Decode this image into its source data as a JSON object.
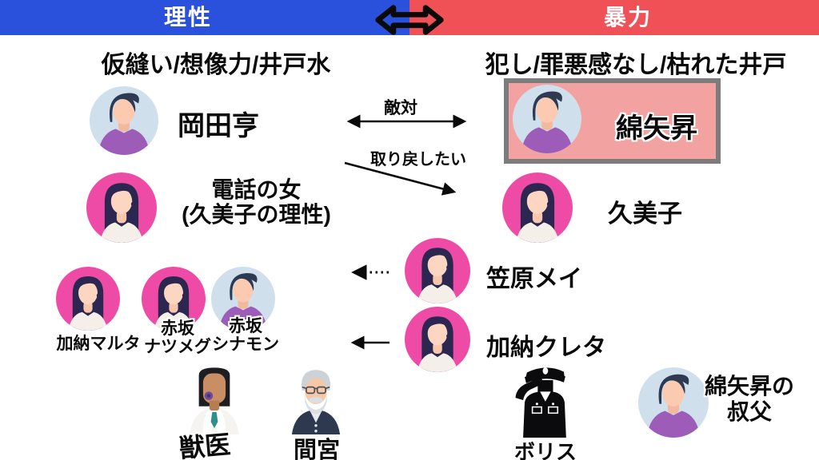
{
  "top_bar": {
    "left": {
      "label": "理性",
      "color": "#2a51dc"
    },
    "right": {
      "label": "暴力",
      "color": "#ef5156"
    }
  },
  "subheaders": {
    "left": "仮縫い/想像力/井戸水",
    "right": "犯し/罪悪感なし/枯れた井戸"
  },
  "relations": {
    "hostility": {
      "label": "敵対",
      "type": "double-arrow"
    },
    "reclaim": {
      "label": "取り戻したい",
      "type": "arrow-down-right"
    },
    "kasahara_link": {
      "label": "",
      "type": "dotted-arrow-left"
    },
    "creta_link": {
      "label": "",
      "type": "solid-arrow-left"
    }
  },
  "persons": {
    "okada": {
      "name": "岡田亨",
      "avatar": "male"
    },
    "wataya": {
      "name": "綿矢昇",
      "avatar": "male",
      "highlighted": true
    },
    "phone_woman": {
      "name": "電話の女\n(久美子の理性)",
      "avatar": "female"
    },
    "kumiko": {
      "name": "久美子",
      "avatar": "female"
    },
    "kasahara": {
      "name": "笠原メイ",
      "avatar": "female"
    },
    "creta": {
      "name": "加納クレタ",
      "avatar": "female"
    },
    "malta": {
      "name": "加納マルタ",
      "avatar": "female"
    },
    "nutmeg": {
      "name": "赤坂\nナツメグ",
      "avatar": "female"
    },
    "cinnamon": {
      "name": "赤坂\nシナモン",
      "avatar": "male"
    },
    "vet": {
      "name": "獣医",
      "avatar": "vet"
    },
    "mamiya": {
      "name": "間宮",
      "avatar": "elderly"
    },
    "boris": {
      "name": "ボリス",
      "avatar": "officer"
    },
    "uncle": {
      "name": "綿矢昇の\n叔父",
      "avatar": "male"
    }
  },
  "colors": {
    "reason_blue": "#2a51dc",
    "violence_red": "#ef5156",
    "highlight_box_fill": "#f3a2a2",
    "highlight_box_border": "#7c7c7c",
    "female_avatar_bg": "#ee4ba6",
    "male_avatar_bg": "#cfdfec",
    "arrow_black": "#0a0a0a"
  }
}
